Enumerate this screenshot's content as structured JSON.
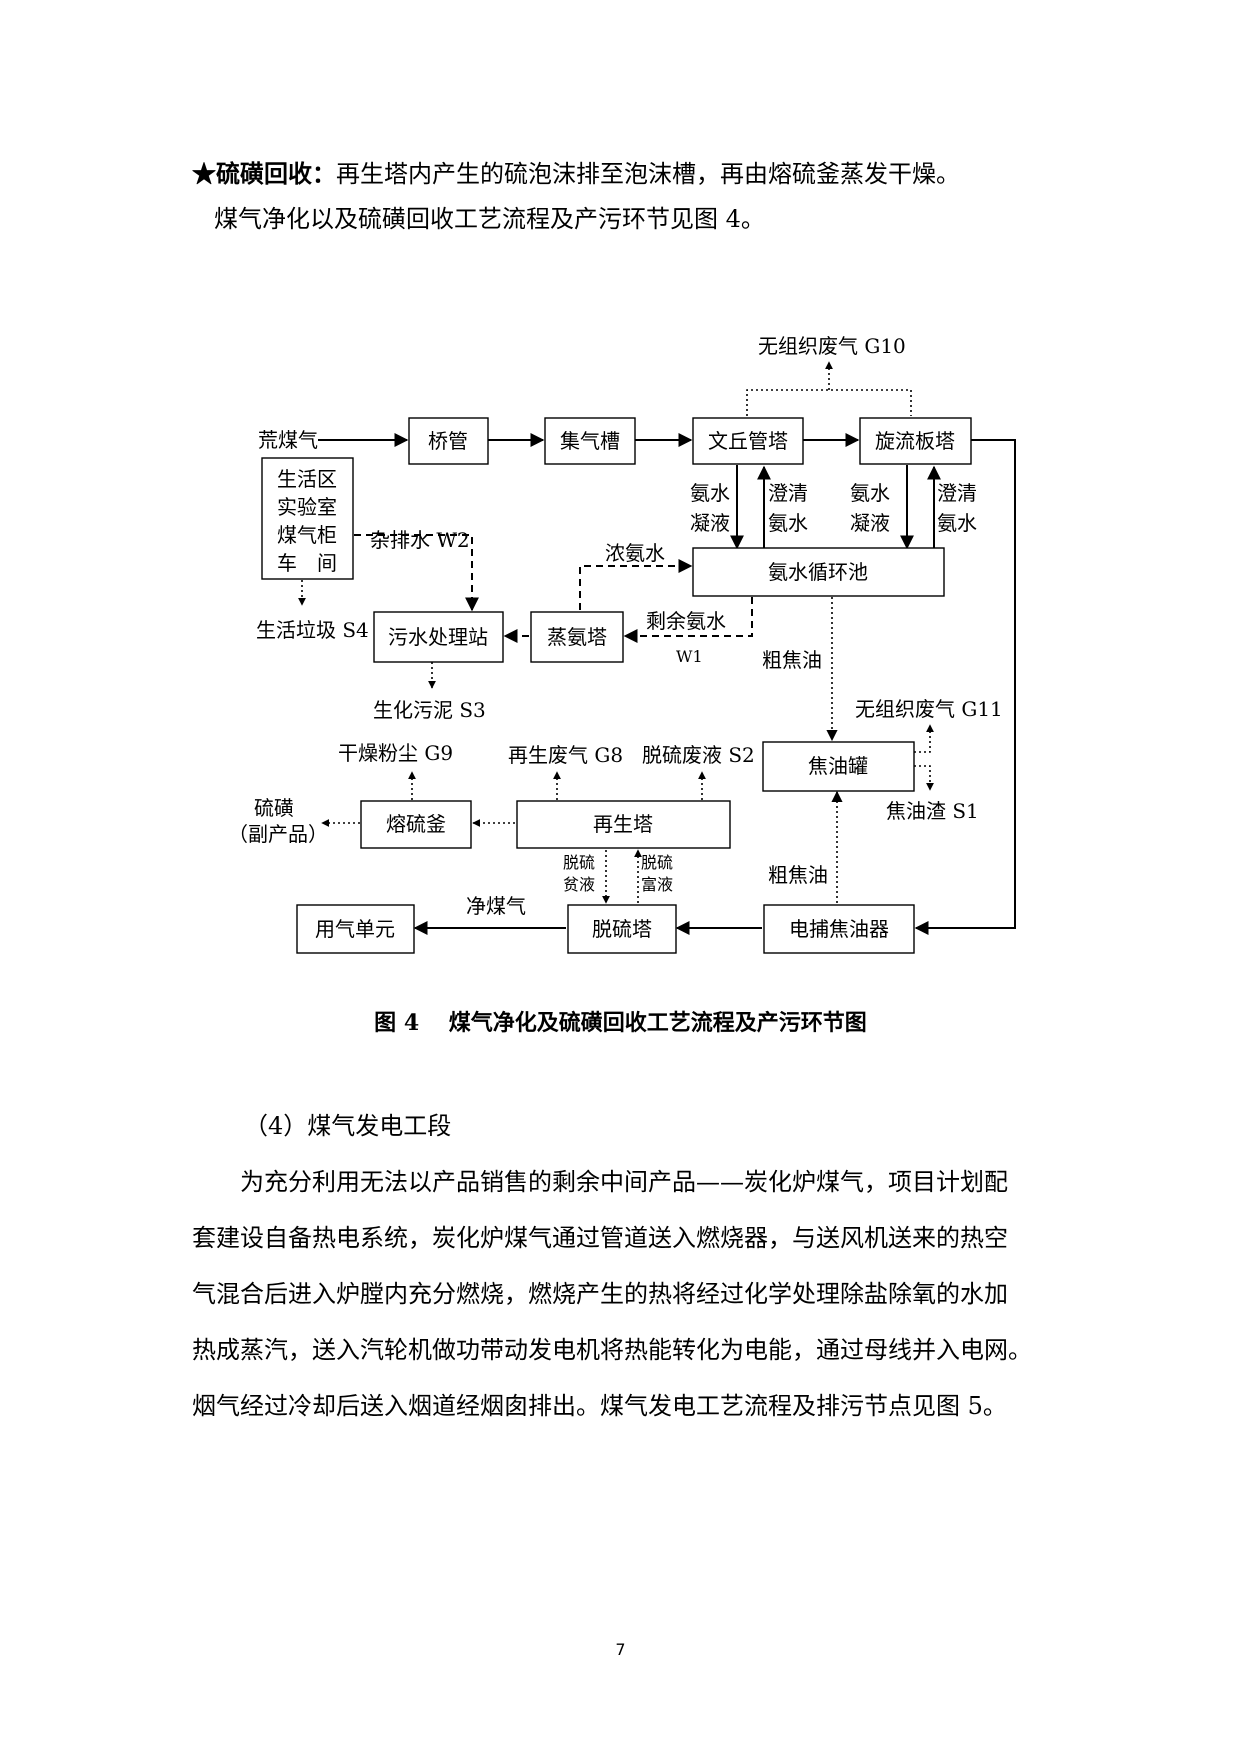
{
  "intro": {
    "lead_bold": "★硫磺回收：",
    "lead_text": "再生塔内产生的硫泡沫排至泡沫槽，再由熔硫釜蒸发干燥。",
    "line2": "煤气净化以及硫磺回收工艺流程及产污环节见图 4。"
  },
  "diagram": {
    "boxes": {
      "qiaoguan": "桥管",
      "jiqicao": "集气槽",
      "wenqiu": "文丘管塔",
      "xuanliu": "旋流板塔",
      "shenghuo": [
        "生活区",
        "实验室",
        "煤气柜",
        "车　间"
      ],
      "anshui_pool": "氨水循环池",
      "wushui": "污水处理站",
      "zhengan": "蒸氨塔",
      "jiaoyouguan": "焦油罐",
      "rongliufu": "熔硫釜",
      "zaisheng": "再生塔",
      "yongqi": "用气单元",
      "tuoliu": "脱硫塔",
      "dianbu": "电捕焦油器"
    },
    "labels": {
      "huangmeiqi": "荒煤气",
      "g10": "无组织废气 G10",
      "anshui1": "氨水",
      "ningye1": "凝液",
      "chengqing1": "澄清",
      "anshui1b": "氨水",
      "anshui2": "氨水",
      "ningye2": "凝液",
      "chengqing2": "澄清",
      "anshui2b": "氨水",
      "zapaishui": "杂排水 W2",
      "nonganshui": "浓氨水",
      "shengyuanshui": "剩余氨水",
      "w1": "W1",
      "shenghuolaji": "生活垃圾 S4",
      "shenghuawuni": "生化污泥 S3",
      "cujiaoyou1": "粗焦油",
      "g11": "无组织废气 G11",
      "jiaoyouzha": "焦油渣 S1",
      "ganzaofenchen": "干燥粉尘 G9",
      "zaishengfeiqi": "再生废气 G8",
      "tuoliufeiye": "脱硫废液 S2",
      "liuhuang": "硫磺",
      "fuchanpin": "（副产品）",
      "tuoliu_a": "脱硫",
      "pinye": "贫液",
      "tuoliu_b": "脱硫",
      "fuye": "富液",
      "cujiaoyou2": "粗焦油",
      "jingmeiqi": "净煤气"
    }
  },
  "caption": "图 4　 煤气净化及硫磺回收工艺流程及产污环节图",
  "section_heading": "（4）煤气发电工段",
  "body_lines": [
    "　　为充分利用无法以产品销售的剩余中间产品——炭化炉煤气，项目计划配",
    "套建设自备热电系统，炭化炉煤气通过管道送入燃烧器，与送风机送来的热空",
    "气混合后进入炉膛内充分燃烧，燃烧产生的热将经过化学处理除盐除氧的水加",
    "热成蒸汽，送入汽轮机做功带动发电机将热能转化为电能，通过母线并入电网。",
    "烟气经过冷却后送入烟道经烟囱排出。煤气发电工艺流程及排污节点见图 5。"
  ],
  "page_number": "7"
}
